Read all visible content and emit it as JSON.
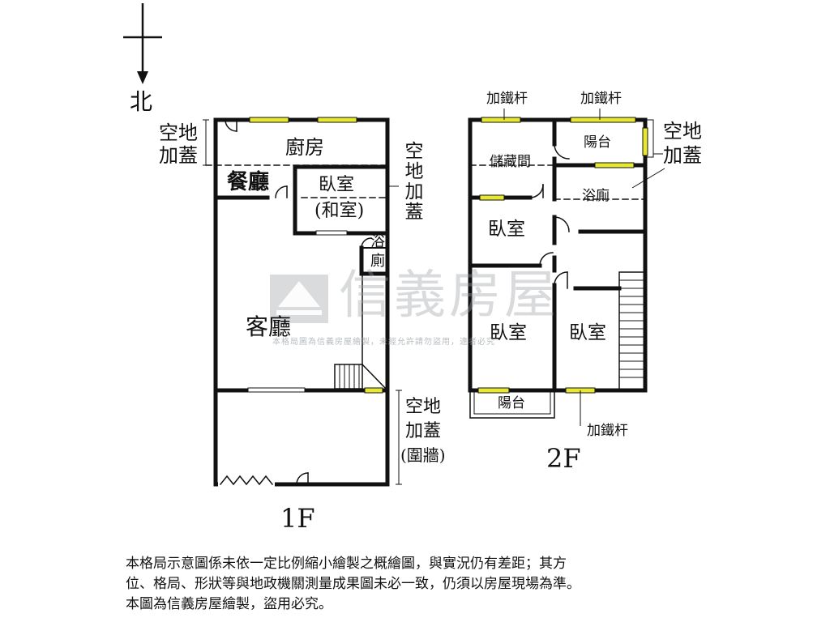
{
  "compass": {
    "north_label": "北"
  },
  "floor1": {
    "label": "1F",
    "rooms": {
      "kitchen": "廚房",
      "dining": "餐廳",
      "bedroom": "臥室",
      "bedroom_note": "(和室)",
      "bath_top": "浴",
      "bath_bottom": "廁",
      "living": "客廳"
    },
    "annotations": {
      "left_top": "空地",
      "left_bottom": "加蓋",
      "right_vertical": "空地加蓋",
      "front_line1": "空地",
      "front_line2": "加蓋",
      "front_line3": "(圍牆)"
    }
  },
  "floor2": {
    "label": "2F",
    "rooms": {
      "storage": "儲藏間",
      "balcony_top": "陽台",
      "bath": "浴廁",
      "bedroom_a": "臥室",
      "bedroom_b": "臥室",
      "bedroom_c": "臥室",
      "balcony_bottom": "陽台"
    },
    "annotations": {
      "iron_bar_left": "加鐵杆",
      "iron_bar_right": "加鐵杆",
      "iron_bar_bottom": "加鐵杆",
      "right_line1": "空地",
      "right_line2": "加蓋"
    }
  },
  "watermark": {
    "brand": "信義房屋",
    "sub": "本格局圖為信義房屋繪製，未經允許請勿盜用，違者必究"
  },
  "disclaimer": {
    "line1": "本格局示意圖係未依一定比例縮小繪製之概繪圖，與實況仍有差距；其方",
    "line2": "位、格局、形狀等與地政機關測量成果圖未必一致，仍須以房屋現場為準。",
    "line3": "本圖為信義房屋繪製，盜用必究。"
  },
  "colors": {
    "wall": "#111111",
    "window_fill": "#e8e830",
    "watermark": "#9aa0a6"
  }
}
